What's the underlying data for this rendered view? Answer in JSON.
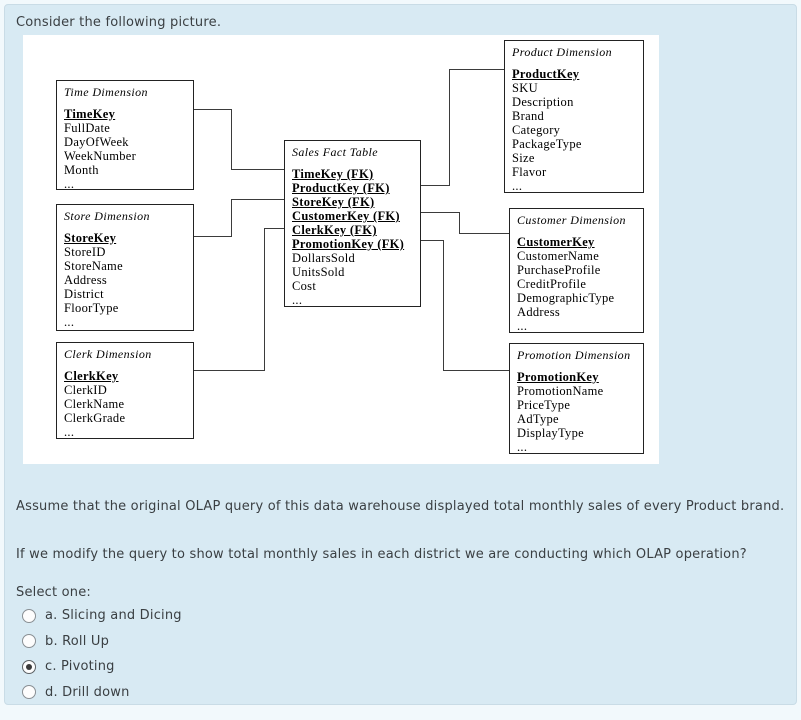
{
  "page": {
    "prompt": "Consider the following picture.",
    "question": {
      "paragraph1": "Assume that the original OLAP query of this data warehouse displayed total monthly sales of every Product brand.",
      "paragraph2": "If we modify the query to show total monthly sales in each district we are conducting which OLAP operation?",
      "select_label": "Select one:",
      "options": [
        {
          "label": "a. Slicing and Dicing",
          "selected": false
        },
        {
          "label": "b. Roll Up",
          "selected": false
        },
        {
          "label": "c. Pivoting",
          "selected": true
        },
        {
          "label": "d. Drill down",
          "selected": false
        }
      ]
    },
    "colors": {
      "panel_background": "#d8eaf3",
      "diagram_background": "#ffffff",
      "text": "#3a3f42",
      "diagram_line": "#3b3b3b",
      "selected_radio_dot": "#3a3a3a"
    }
  },
  "diagram": {
    "entities": [
      {
        "id": "time",
        "title": "Time Dimension",
        "keys": [
          "TimeKey"
        ],
        "fields": [
          "FullDate",
          "DayOfWeek",
          "WeekNumber",
          "Month",
          "..."
        ]
      },
      {
        "id": "store",
        "title": "Store Dimension",
        "keys": [
          "StoreKey"
        ],
        "fields": [
          "StoreID",
          "StoreName",
          "Address",
          "District",
          "FloorType",
          "..."
        ]
      },
      {
        "id": "clerk",
        "title": "Clerk Dimension",
        "keys": [
          "ClerkKey"
        ],
        "fields": [
          "ClerkID",
          "ClerkName",
          "ClerkGrade",
          "..."
        ]
      },
      {
        "id": "fact",
        "title": "Sales Fact Table",
        "keys": [
          "TimeKey (FK)",
          "ProductKey (FK)",
          "StoreKey (FK)",
          "CustomerKey (FK)",
          "ClerkKey (FK)",
          "PromotionKey (FK)"
        ],
        "fields": [
          "DollarsSold",
          "UnitsSold",
          "Cost",
          "..."
        ]
      },
      {
        "id": "product",
        "title": "Product Dimension",
        "keys": [
          "ProductKey"
        ],
        "fields": [
          "SKU",
          "Description",
          "Brand",
          "Category",
          "PackageType",
          "Size",
          "Flavor",
          "..."
        ]
      },
      {
        "id": "customer",
        "title": "Customer Dimension",
        "keys": [
          "CustomerKey"
        ],
        "fields": [
          "CustomerName",
          "PurchaseProfile",
          "CreditProfile",
          "DemographicType",
          "Address",
          "..."
        ]
      },
      {
        "id": "promotion",
        "title": "Promotion Dimension",
        "keys": [
          "PromotionKey"
        ],
        "fields": [
          "PromotionName",
          "PriceType",
          "AdType",
          "DisplayType",
          "..."
        ]
      }
    ]
  }
}
